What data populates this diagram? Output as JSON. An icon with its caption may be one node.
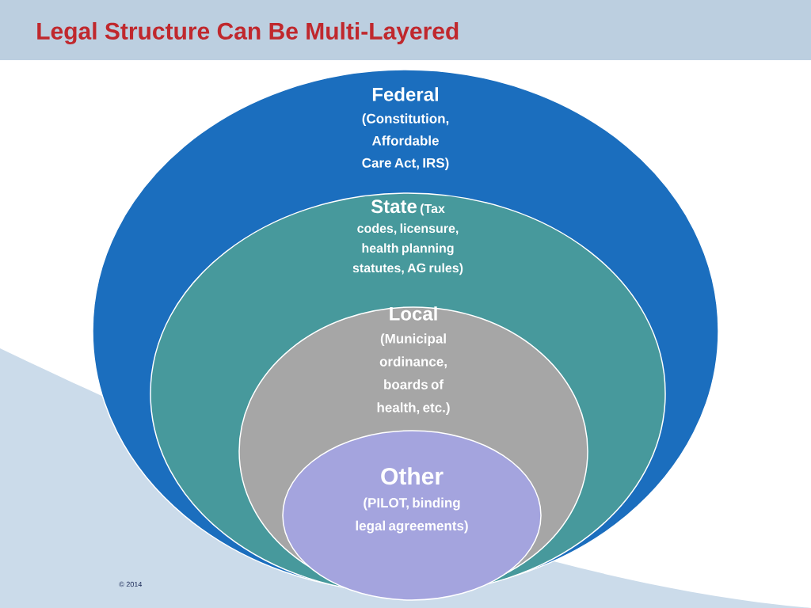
{
  "diagram": {
    "title": "Legal Structure Can Be Multi-Layered",
    "nodes": [
      {
        "text": [
          "Federal",
          "(Constitution, Affordable Care Act, IRS)"
        ]
      },
      {
        "text": [
          "State",
          "(Tax codes, licensure, health planning statutes, AG rules)"
        ],
        "in": 0
      },
      {
        "text": [
          "Local",
          "(Municipal ordinance, boards of health, etc.)"
        ],
        "in": 1
      },
      {
        "text": [
          "Other",
          "(PILOT, binding legal agreements)"
        ],
        "in": 2
      }
    ],
    "labels": [
      "© 2014"
    ]
  }
}
